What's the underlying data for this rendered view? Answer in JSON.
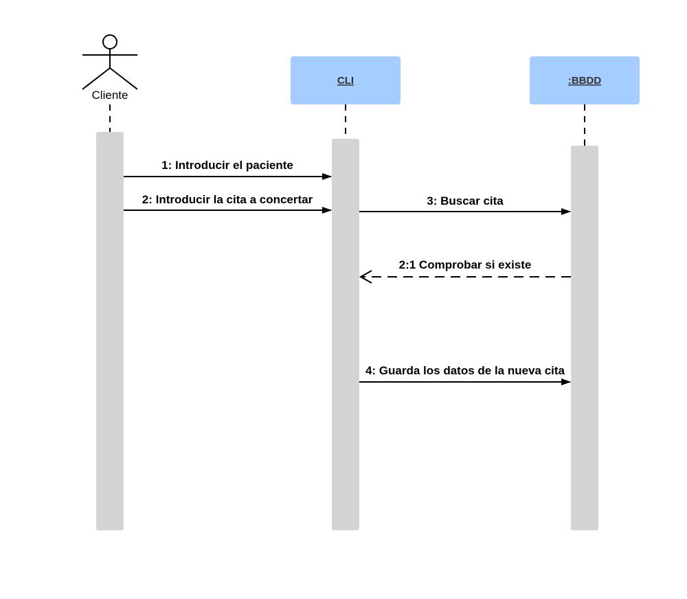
{
  "actor": {
    "name": "Cliente"
  },
  "objects": [
    {
      "name": "CLI"
    },
    {
      "name": ":BBDD"
    }
  ],
  "messages": [
    {
      "label": "1: Introducir el paciente",
      "from": "Cliente",
      "to": "CLI",
      "style": "solid"
    },
    {
      "label": "2: Introducir la cita a concertar",
      "from": "Cliente",
      "to": "CLI",
      "style": "solid"
    },
    {
      "label": "3: Buscar cita",
      "from": "CLI",
      "to": ":BBDD",
      "style": "solid"
    },
    {
      "label": "2:1 Comprobar si existe",
      "from": ":BBDD",
      "to": "CLI",
      "style": "dashed-return"
    },
    {
      "label": "4: Guarda los datos de la nueva cita",
      "from": "CLI",
      "to": ":BBDD",
      "style": "solid"
    }
  ],
  "colors": {
    "object_box": "#a5cdff",
    "activation": "#d4d4d4",
    "line": "#000000"
  }
}
